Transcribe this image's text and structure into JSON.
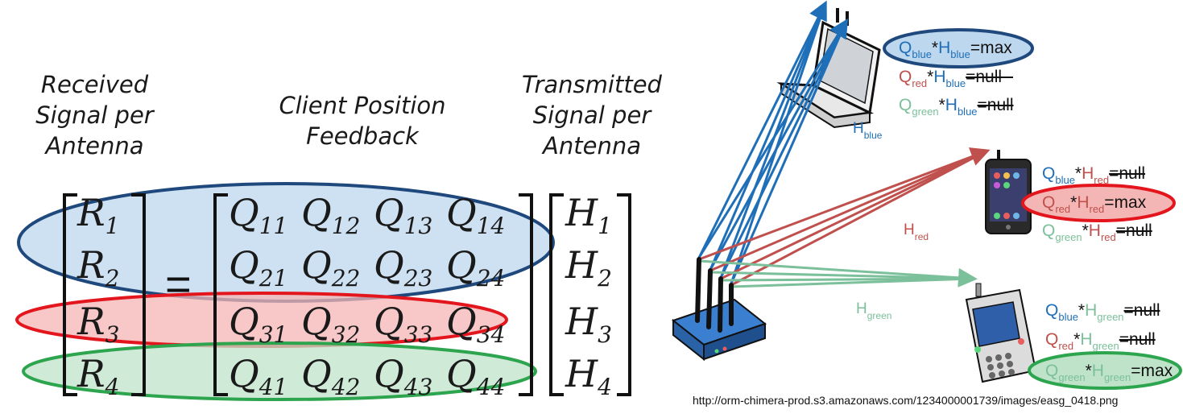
{
  "labels": {
    "received": [
      "Received",
      "Signal per",
      "Antenna"
    ],
    "client": [
      "Client Position",
      "Feedback"
    ],
    "transmitted": [
      "Transmitted",
      "Signal per",
      "Antenna"
    ]
  },
  "equation": {
    "R": [
      [
        "R",
        "1"
      ],
      [
        "R",
        "2"
      ],
      [
        "R",
        "3"
      ],
      [
        "R",
        "4"
      ]
    ],
    "equals": "=",
    "Q": [
      [
        [
          "Q",
          "11"
        ],
        [
          "Q",
          "12"
        ],
        [
          "Q",
          "13"
        ],
        [
          "Q",
          "14"
        ]
      ],
      [
        [
          "Q",
          "21"
        ],
        [
          "Q",
          "22"
        ],
        [
          "Q",
          "23"
        ],
        [
          "Q",
          "24"
        ]
      ],
      [
        [
          "Q",
          "31"
        ],
        [
          "Q",
          "32"
        ],
        [
          "Q",
          "33"
        ],
        [
          "Q",
          "34"
        ]
      ],
      [
        [
          "Q",
          "41"
        ],
        [
          "Q",
          "42"
        ],
        [
          "Q",
          "43"
        ],
        [
          "Q",
          "44"
        ]
      ]
    ],
    "H": [
      [
        "H",
        "1"
      ],
      [
        "H",
        "2"
      ],
      [
        "H",
        "3"
      ],
      [
        "H",
        "4"
      ]
    ]
  },
  "channels": {
    "blue": [
      "H",
      "blue"
    ],
    "red": [
      "H",
      "red"
    ],
    "green": [
      "H",
      "green"
    ]
  },
  "laptop_eqs": [
    {
      "q": [
        "Q",
        "blue"
      ],
      "h": [
        "H",
        "blue"
      ],
      "res": "=max",
      "color": "blue"
    },
    {
      "q": [
        "Q",
        "red"
      ],
      "h": [
        "H",
        "blue"
      ],
      "res": "=null",
      "color": "red"
    },
    {
      "q": [
        "Q",
        "green"
      ],
      "h": [
        "H",
        "blue"
      ],
      "res": "=null",
      "color": "green"
    }
  ],
  "phone_eqs": [
    {
      "q": [
        "Q",
        "blue"
      ],
      "h": [
        "H",
        "red"
      ],
      "res": "=null",
      "color": "blue"
    },
    {
      "q": [
        "Q",
        "red"
      ],
      "h": [
        "H",
        "red"
      ],
      "res": "=max",
      "color": "red"
    },
    {
      "q": [
        "Q",
        "green"
      ],
      "h": [
        "H",
        "red"
      ],
      "res": "=null",
      "color": "green"
    }
  ],
  "handset_eqs": [
    {
      "q": [
        "Q",
        "blue"
      ],
      "h": [
        "H",
        "green"
      ],
      "res": "=null",
      "color": "blue"
    },
    {
      "q": [
        "Q",
        "red"
      ],
      "h": [
        "H",
        "green"
      ],
      "res": "=null",
      "color": "red"
    },
    {
      "q": [
        "Q",
        "green"
      ],
      "h": [
        "H",
        "green"
      ],
      "res": "=max",
      "color": "green"
    }
  ],
  "source_url": "http://orm-chimera-prod.s3.amazonaws.com/1234000001739/images/easg_0418.png",
  "colors": {
    "blue": "#1F6FB8",
    "red": "#C0504D",
    "green": "#7BC09A",
    "ellipse_blue": "#1F497D",
    "ellipse_red": "#E3161E",
    "ellipse_green": "#2DA44E"
  }
}
